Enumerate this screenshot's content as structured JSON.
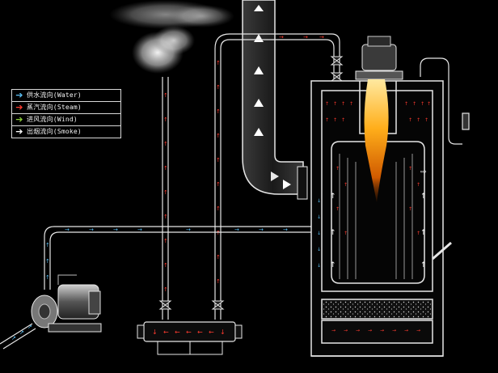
{
  "legend": {
    "items": [
      {
        "arrow": "➔",
        "label": "供水流向(Water)",
        "color": "#5bc0f5",
        "icon": "water-arrow-icon"
      },
      {
        "arrow": "➔",
        "label": "蒸汽流向(Steam)",
        "color": "#ff3b2f",
        "icon": "steam-arrow-icon"
      },
      {
        "arrow": "➔",
        "label": "进风流向(Wind)",
        "color": "#8ccf3a",
        "icon": "wind-arrow-icon"
      },
      {
        "arrow": "➔",
        "label": "出烟流向(Smoke)",
        "color": "#ffffff",
        "icon": "smoke-arrow-icon"
      }
    ]
  },
  "colors": {
    "water": "#5bc0f5",
    "steam": "#ff3b2f",
    "smoke": "#ffffff",
    "outline": "#e6e6e6",
    "flame": "#ffb020"
  }
}
